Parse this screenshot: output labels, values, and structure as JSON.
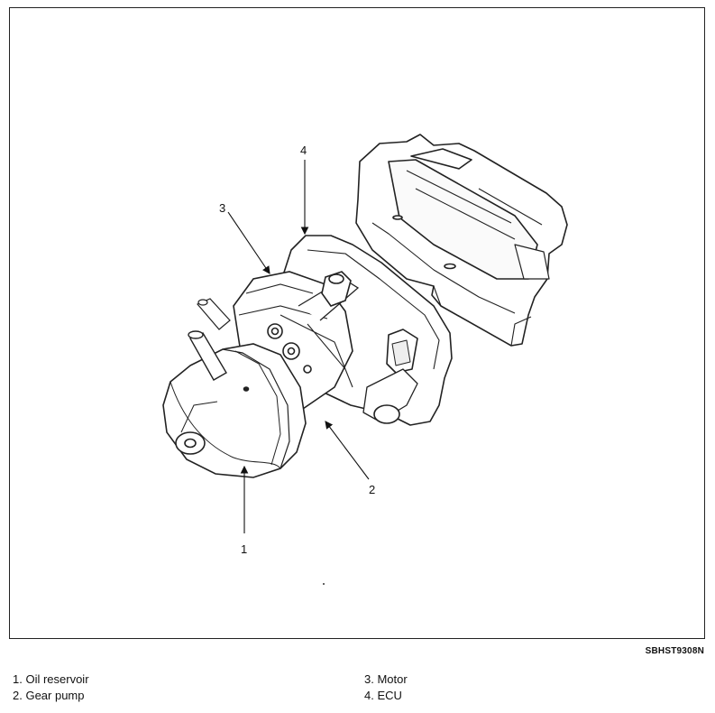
{
  "figure": {
    "code": "SBHST9308N",
    "callouts": [
      {
        "number": "1",
        "part": "Oil reservoir"
      },
      {
        "number": "2",
        "part": "Gear pump"
      },
      {
        "number": "3",
        "part": "Motor"
      },
      {
        "number": "4",
        "part": "ECU"
      }
    ]
  },
  "legend": {
    "left": [
      "1. Oil reservoir",
      "2. Gear pump"
    ],
    "right": [
      "3. Motor",
      "4. ECU"
    ]
  }
}
